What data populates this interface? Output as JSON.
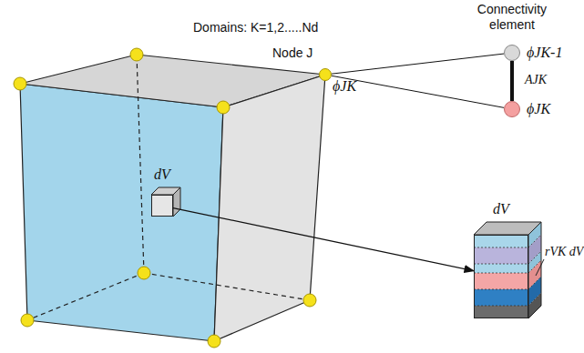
{
  "diagram": {
    "nodes": [
      {
        "text": [
          "Node J",
          "ϕJK"
        ]
      },
      {
        "text": [
          "ϕJK-1"
        ]
      },
      {
        "text": [
          "ϕJK"
        ]
      },
      {
        "text": [
          "dV"
        ]
      },
      {
        "text": [
          "dV"
        ]
      }
    ],
    "edges": [
      {
        "from": 0,
        "to": 1,
        "arrow": "none"
      },
      {
        "from": 0,
        "to": 2,
        "arrow": "none"
      },
      {
        "from": 1,
        "to": 2,
        "label": "AJK",
        "arrow": "none"
      },
      {
        "from": 3,
        "to": 4,
        "arrow": "to"
      }
    ],
    "labels": [
      "Domains: K=1,2.....Nd",
      "Connectivity element",
      "rVK dV"
    ]
  }
}
